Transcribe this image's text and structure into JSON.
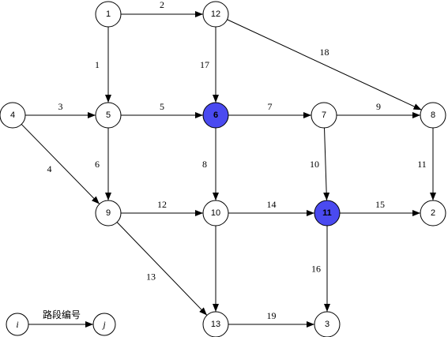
{
  "colors": {
    "highlight_fill": "#4a4af0",
    "node_fill": "#ffffff",
    "stroke": "#000000"
  },
  "nodes": [
    {
      "id": "1",
      "label": "1",
      "highlighted": false
    },
    {
      "id": "12",
      "label": "12",
      "highlighted": false
    },
    {
      "id": "4",
      "label": "4",
      "highlighted": false
    },
    {
      "id": "5",
      "label": "5",
      "highlighted": false
    },
    {
      "id": "6",
      "label": "6",
      "highlighted": true
    },
    {
      "id": "7",
      "label": "7",
      "highlighted": false
    },
    {
      "id": "8",
      "label": "8",
      "highlighted": false
    },
    {
      "id": "9",
      "label": "9",
      "highlighted": false
    },
    {
      "id": "10",
      "label": "10",
      "highlighted": false
    },
    {
      "id": "11",
      "label": "11",
      "highlighted": true
    },
    {
      "id": "2",
      "label": "2",
      "highlighted": false
    },
    {
      "id": "13",
      "label": "13",
      "highlighted": false
    },
    {
      "id": "3",
      "label": "3",
      "highlighted": false
    }
  ],
  "edges": [
    {
      "from": "1",
      "to": "12",
      "label": "2"
    },
    {
      "from": "1",
      "to": "5",
      "label": "1"
    },
    {
      "from": "12",
      "to": "6",
      "label": "17"
    },
    {
      "from": "12",
      "to": "8",
      "label": "18"
    },
    {
      "from": "4",
      "to": "5",
      "label": "3"
    },
    {
      "from": "4",
      "to": "9",
      "label": "4"
    },
    {
      "from": "5",
      "to": "6",
      "label": "5"
    },
    {
      "from": "5",
      "to": "9",
      "label": "6"
    },
    {
      "from": "6",
      "to": "7",
      "label": "7"
    },
    {
      "from": "6",
      "to": "10",
      "label": "8"
    },
    {
      "from": "7",
      "to": "8",
      "label": "9"
    },
    {
      "from": "7",
      "to": "11",
      "label": "10"
    },
    {
      "from": "8",
      "to": "2",
      "label": "11"
    },
    {
      "from": "9",
      "to": "10",
      "label": "12"
    },
    {
      "from": "9",
      "to": "13",
      "label": "13"
    },
    {
      "from": "10",
      "to": "11",
      "label": "14"
    },
    {
      "from": "10",
      "to": "13",
      "label": ""
    },
    {
      "from": "11",
      "to": "2",
      "label": "15"
    },
    {
      "from": "11",
      "to": "3",
      "label": "16"
    },
    {
      "from": "13",
      "to": "3",
      "label": "19"
    }
  ],
  "legend": {
    "from_node": "i",
    "to_node": "j",
    "label": "路段编号"
  }
}
